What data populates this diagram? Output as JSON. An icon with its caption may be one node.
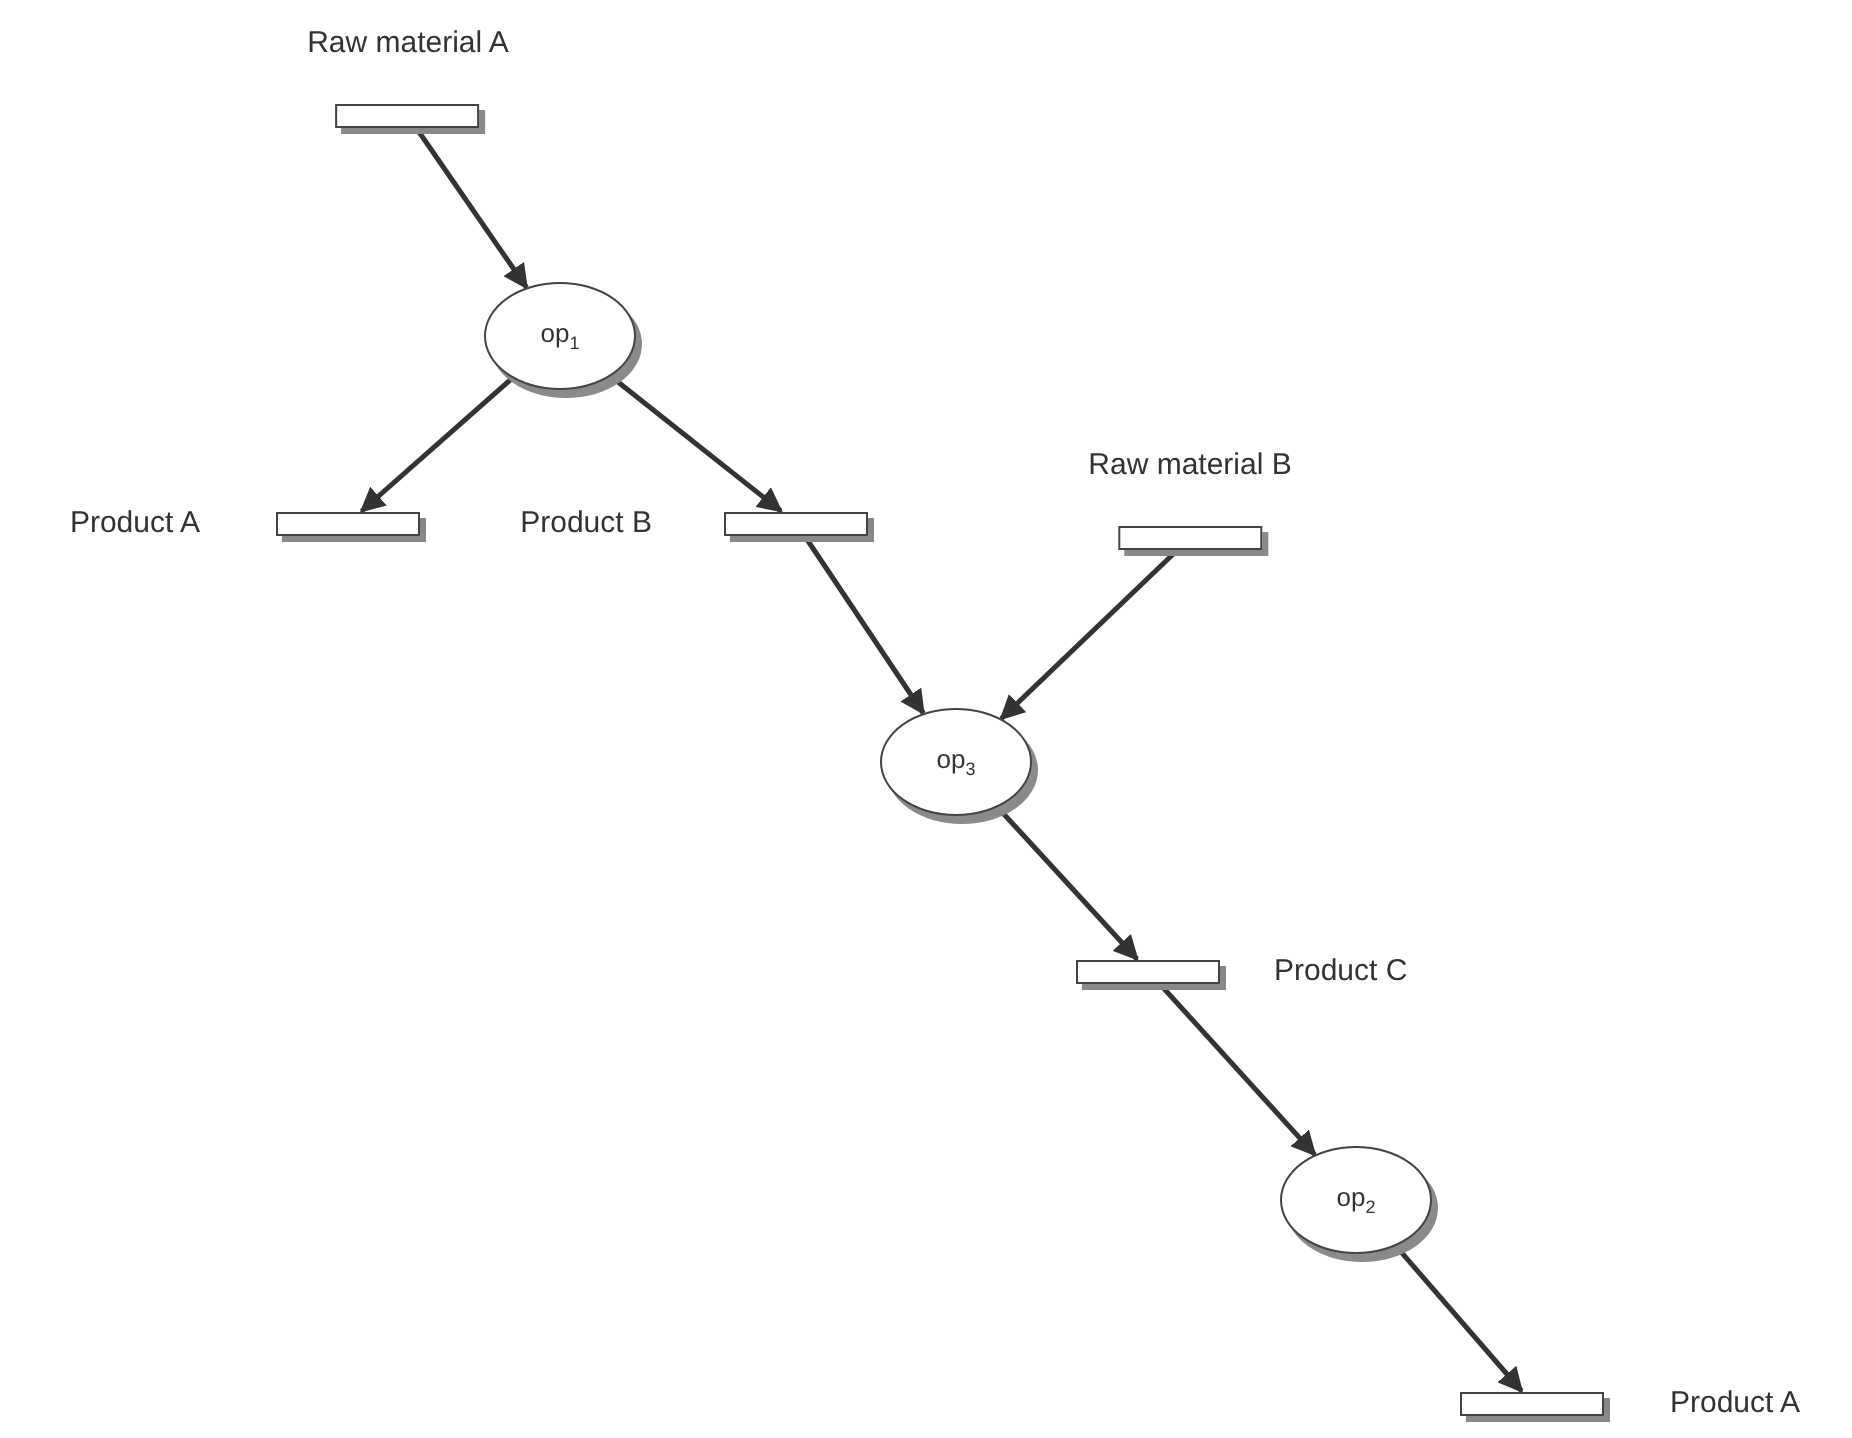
{
  "diagram": {
    "nodes": [
      {
        "text": [
          "Raw material A"
        ]
      },
      {
        "text": [
          "op$_{1}$"
        ]
      },
      {
        "text": [
          "Product A"
        ]
      },
      {
        "text": [
          "Product B"
        ]
      },
      {
        "text": [
          "Raw material B"
        ]
      },
      {
        "text": [
          "op$_{3}$"
        ]
      },
      {
        "text": [
          "Product C"
        ]
      },
      {
        "text": [
          "op$_{2}$"
        ]
      },
      {
        "text": [
          "Product A"
        ]
      }
    ],
    "edges": [
      {
        "from": 0,
        "to": 1,
        "arrow": "to"
      },
      {
        "from": 1,
        "to": 2,
        "arrow": "to"
      },
      {
        "from": 1,
        "to": 3,
        "arrow": "to"
      },
      {
        "from": 3,
        "to": 5,
        "arrow": "to"
      },
      {
        "from": 4,
        "to": 5,
        "arrow": "to"
      },
      {
        "from": 5,
        "to": 6,
        "arrow": "to"
      },
      {
        "from": 6,
        "to": 7,
        "arrow": "to"
      },
      {
        "from": 7,
        "to": 8,
        "arrow": "to"
      }
    ]
  }
}
